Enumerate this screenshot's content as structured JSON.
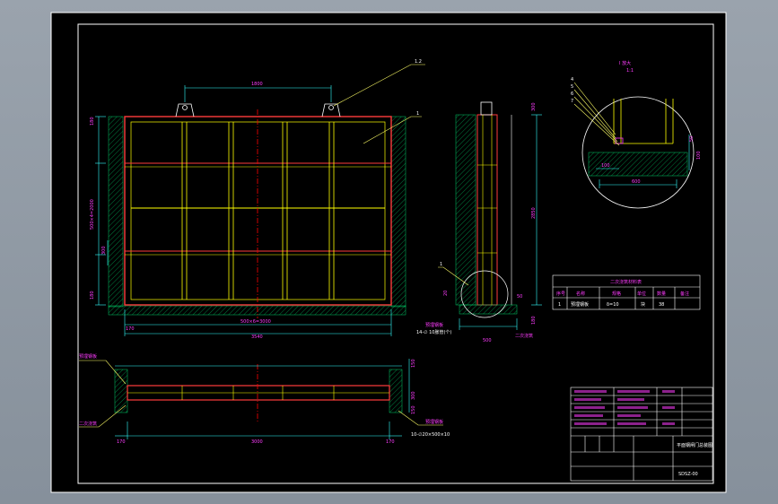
{
  "drawing": {
    "colors": {
      "background": "#000000",
      "frame": "#ffffff",
      "gate_outline": "#ff3c3c",
      "gate_members": "#ffff00",
      "dimension": "#33ffff",
      "leader": "#ffff66",
      "centerline": "#ff0000",
      "text": "#ff3cff",
      "concrete_hatch": "#00cc66"
    },
    "front_view": {
      "dim_top": "1800",
      "dim_bottom_span": "500×6=3000",
      "dim_bottom_total": "3540",
      "dim_left_small": "170",
      "dim_left_vertical": "500×4=2000",
      "dim_left_upper": "180",
      "dim_left_lower": "180",
      "dim_left_mid": "300",
      "callout_top": "1.2",
      "callout_body": "1"
    },
    "side_view": {
      "dim_height": "2850",
      "dim_top": "300",
      "dim_bottom_width": "500",
      "dim_bottom_right": "180",
      "dim_bottom_left": "20",
      "dim_small": "50",
      "callout": "1"
    },
    "detail_view": {
      "title": "I 放大",
      "scale": "1:1",
      "leaders": [
        "4",
        "5",
        "6",
        "7"
      ],
      "dim_width": "600",
      "dim_left": "100",
      "dim_right_a": "50",
      "dim_right_b": "100"
    },
    "plan_view": {
      "dim_span": "3000",
      "dim_left": "170",
      "dim_right": "170",
      "dim_right_a": "150",
      "dim_right_b": "300",
      "dim_right_c": "150",
      "label_left_top": "预埋钢板",
      "label_left_bottom": "二次浇筑",
      "label_right": "预埋钢板",
      "label_right_note": "10-∅20×500×10"
    },
    "front_notes": {
      "note_1": "预埋钢板",
      "note_2": "14-∅ 10胀管(个)"
    },
    "side_notes": {
      "note_1": "二次浇筑"
    },
    "material_table": {
      "title": "二次浇筑材料表",
      "headers": [
        "序号",
        "名称",
        "规格",
        "单位",
        "数量",
        "备注"
      ],
      "row": [
        "1",
        "预埋钢板",
        "δ=10",
        "块",
        "38",
        ""
      ]
    },
    "title_block": {
      "title": "平面钢闸门总装图",
      "drawing_no": "SDSZ-00"
    }
  }
}
